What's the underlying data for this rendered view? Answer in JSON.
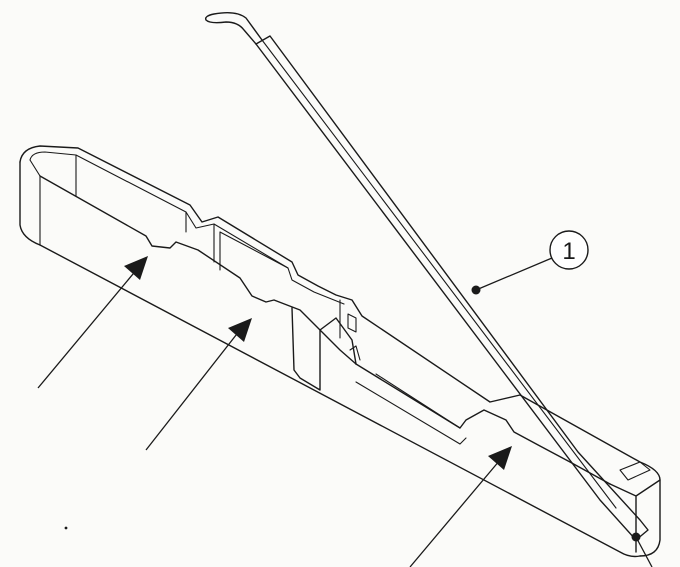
{
  "diagram": {
    "callout": {
      "label": "1"
    },
    "colors": {
      "ink": "#1a1a1a",
      "paper": "#fbfbf9"
    },
    "arrows": [
      {
        "name": "arrow-slot-left"
      },
      {
        "name": "arrow-slot-middle"
      },
      {
        "name": "arrow-slot-right"
      }
    ]
  }
}
